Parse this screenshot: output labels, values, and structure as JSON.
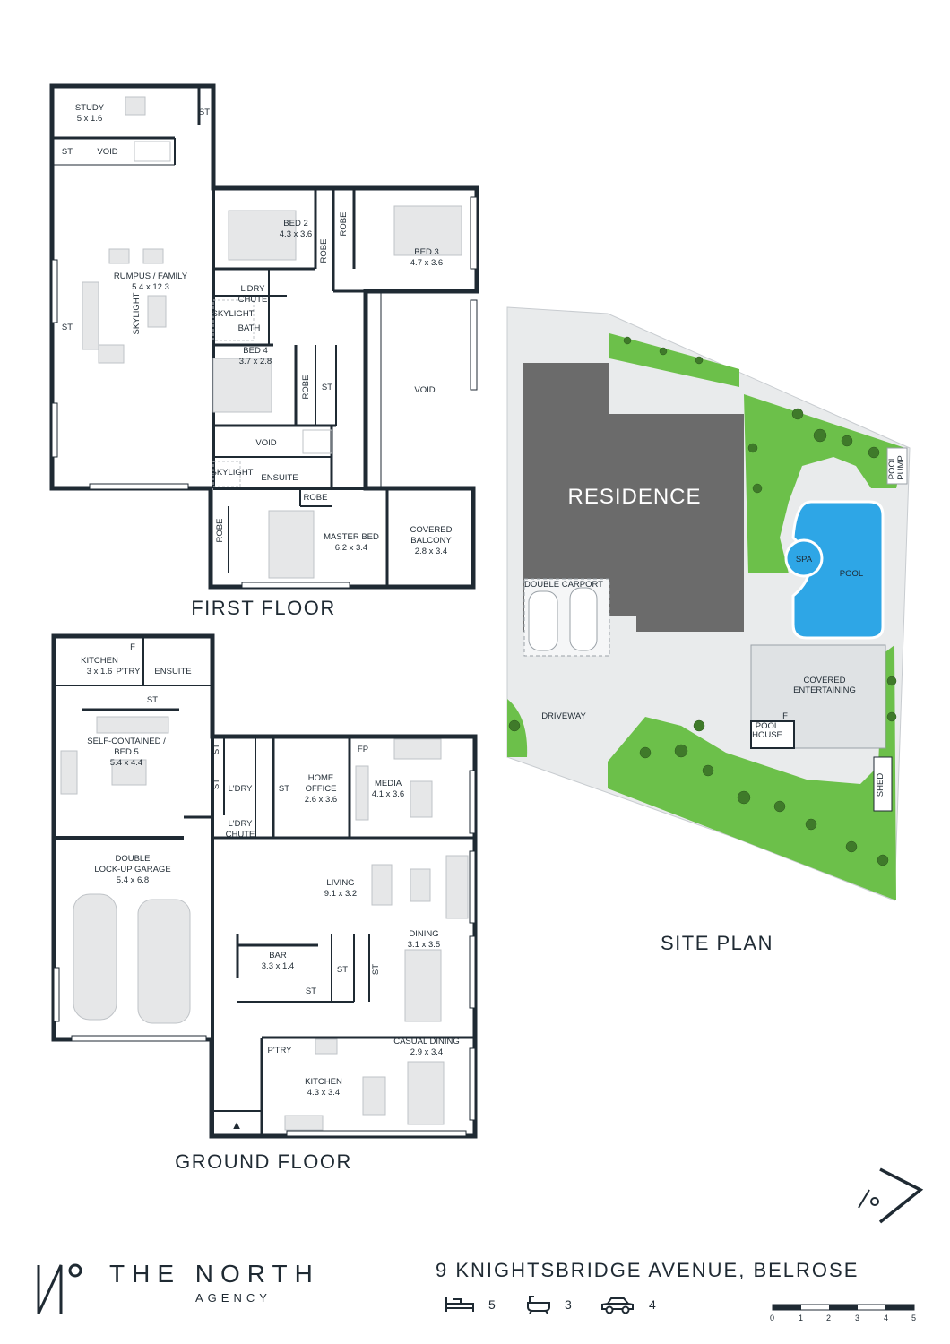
{
  "floors": {
    "first_floor_title": "FIRST FLOOR",
    "ground_floor_title": "GROUND FLOOR",
    "site_plan_title": "SITE PLAN"
  },
  "first_floor": {
    "study": "STUDY",
    "study_size": "5 x 1.6",
    "st": "ST",
    "void": "VOID",
    "rumpus": "RUMPUS / FAMILY",
    "rumpus_size": "5.4 x 12.3",
    "skylight": "SKYLIGHT",
    "bed2": "BED 2",
    "bed2_size": "4.3 x 3.6",
    "robe": "ROBE",
    "bed3": "BED 3",
    "bed3_size": "4.7 x 3.6",
    "ldry_chute_1": "L'DRY",
    "ldry_chute_2": "CHUTE",
    "bath": "BATH",
    "bed4": "BED 4",
    "bed4_size": "3.7 x 2.8",
    "ensuite": "ENSUITE",
    "master": "MASTER BED",
    "master_size": "6.2 x 3.4",
    "balcony_1": "COVERED",
    "balcony_2": "BALCONY",
    "balcony_size": "2.8 x 3.4"
  },
  "ground_floor": {
    "kitchen": "KITCHEN",
    "kitchen_size": "3 x 1.6",
    "f": "F",
    "ptry": "P'TRY",
    "ensuite": "ENSUITE",
    "st": "ST",
    "self_contained_1": "SELF-CONTAINED /",
    "self_contained_2": "BED 5",
    "self_contained_size": "5.4 x 4.4",
    "ldry": "L'DRY",
    "ldry_chute_1": "L'DRY",
    "ldry_chute_2": "CHUTE",
    "home_office_1": "HOME",
    "home_office_2": "OFFICE",
    "home_office_size": "2.6 x 3.6",
    "fp": "FP",
    "media": "MEDIA",
    "media_size": "4.1 x 3.6",
    "garage_1": "DOUBLE",
    "garage_2": "LOCK-UP GARAGE",
    "garage_size": "5.4 x 6.8",
    "living": "LIVING",
    "living_size": "9.1 x 3.2",
    "bar": "BAR",
    "bar_size": "3.3 x 1.4",
    "dining": "DINING",
    "dining_size": "3.1 x 3.5",
    "casual_dining": "CASUAL DINING",
    "casual_dining_size": "2.9 x 3.4",
    "kitchen2": "KITCHEN",
    "kitchen2_size": "4.3 x 3.4"
  },
  "site_plan": {
    "residence": "RESIDENCE",
    "double_carport": "DOUBLE CARPORT",
    "driveway": "DRIVEWAY",
    "spa": "SPA",
    "pool": "POOL",
    "pool_pump_1": "POOL",
    "pool_pump_2": "PUMP",
    "covered_ent_1": "COVERED",
    "covered_ent_2": "ENTERTAINING",
    "pool_house_1": "POOL",
    "pool_house_2": "HOUSE",
    "f": "F",
    "shed": "SHED"
  },
  "footer": {
    "brand": "THE NORTH",
    "agency": "AGENCY",
    "address": "9 KNIGHTSBRIDGE AVENUE, BELROSE",
    "beds": "5",
    "baths": "3",
    "cars": "4",
    "scale_ticks": [
      "0",
      "1",
      "2",
      "3",
      "4",
      "5"
    ]
  },
  "colors": {
    "wall": "#1f2a33",
    "grass": "#6cc04a",
    "pool": "#2ea6e6",
    "residence": "#6b6b6b",
    "paving": "#e9ebec"
  }
}
